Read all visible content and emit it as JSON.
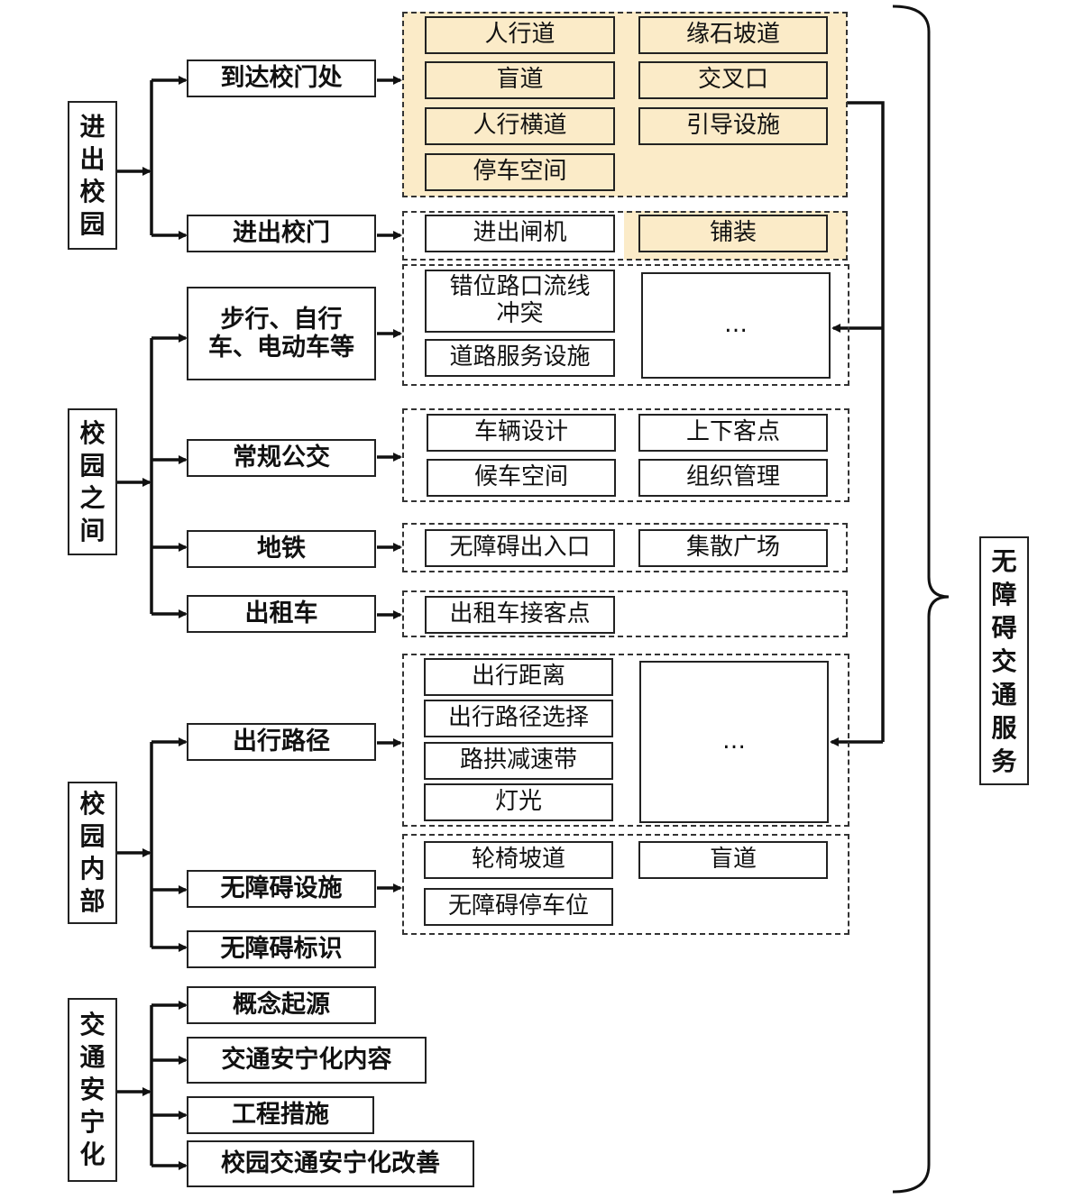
{
  "left_groups": [
    {
      "label": "进出校园"
    },
    {
      "label": "校园之间"
    },
    {
      "label": "校园内部"
    },
    {
      "label": "交通安宁化"
    }
  ],
  "categories": {
    "arrive_gate": "到达校门处",
    "enter_exit_gate": "进出校门",
    "walk_bike": "步行、自行车、电动车等",
    "bus": "常规公交",
    "metro": "地铁",
    "taxi": "出租车",
    "route": "出行路径",
    "facilities": "无障碍设施",
    "signage": "无障碍标识",
    "concept": "概念起源",
    "calming_content": "交通安宁化内容",
    "engineering": "工程措施",
    "campus_calming": "校园交通安宁化改善"
  },
  "items": {
    "sidewalk": "人行道",
    "curb_ramp": "缘石坡道",
    "tactile_1": "盲道",
    "intersection": "交叉口",
    "crosswalk": "人行横道",
    "guidance": "引导设施",
    "parking_space": "停车空间",
    "gate_turnstile": "进出闸机",
    "paving": "铺装",
    "misaligned_conflict": "错位路口流线冲突",
    "road_service": "道路服务设施",
    "ellipsis_1": "…",
    "vehicle_design": "车辆设计",
    "boarding_point": "上下客点",
    "waiting_space": "候车空间",
    "org_management": "组织管理",
    "accessible_entrance": "无障碍出入口",
    "plaza": "集散广场",
    "taxi_pickup": "出租车接客点",
    "travel_distance": "出行距离",
    "route_choice": "出行路径选择",
    "speed_bump": "路拱减速带",
    "lighting": "灯光",
    "ellipsis_2": "…",
    "wheelchair_ramp": "轮椅坡道",
    "tactile_2": "盲道",
    "accessible_parking": "无障碍停车位"
  },
  "right_title": "无障碍交通服务",
  "colors": {
    "highlight": "#fbebc8",
    "line": "#111111"
  }
}
